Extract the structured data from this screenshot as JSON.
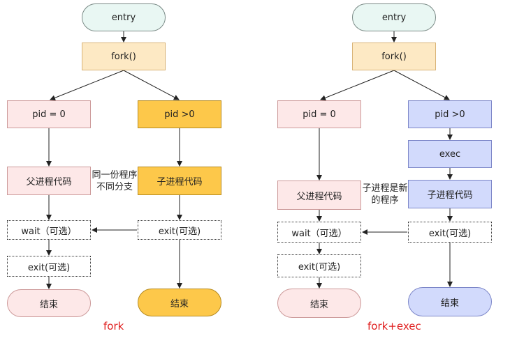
{
  "colors": {
    "entry_fill": "#e9f7f3",
    "fork_fill": "#fde9c4",
    "child_fill": "#fde8e8",
    "parent_fill_yellow": "#fdc84a",
    "parent_fill_blue": "#d2dafc",
    "caption": "#e02020"
  },
  "left": {
    "entry": "entry",
    "fork": "fork()",
    "pid_child": "pid = 0",
    "pid_parent": "pid >0",
    "child_code": "父进程代码",
    "parent_code": "子进程代码",
    "note_line1": "同一份程序",
    "note_line2": "不同分支",
    "wait": "wait（可选）",
    "exit_parent": "exit(可选)",
    "exit_child": "exit(可选)",
    "end_child": "结束",
    "end_parent": "结束",
    "caption": "fork"
  },
  "right": {
    "entry": "entry",
    "fork": "fork()",
    "pid_child": "pid = 0",
    "pid_parent": "pid >0",
    "exec": "exec",
    "child_code": "父进程代码",
    "parent_code": "子进程代码",
    "note_line1": "子进程是新",
    "note_line2": "的程序",
    "wait": "wait（可选）",
    "exit_parent": "exit(可选)",
    "exit_child": "exit(可选)",
    "end_child": "结束",
    "end_parent": "结束",
    "caption": "fork+exec"
  }
}
